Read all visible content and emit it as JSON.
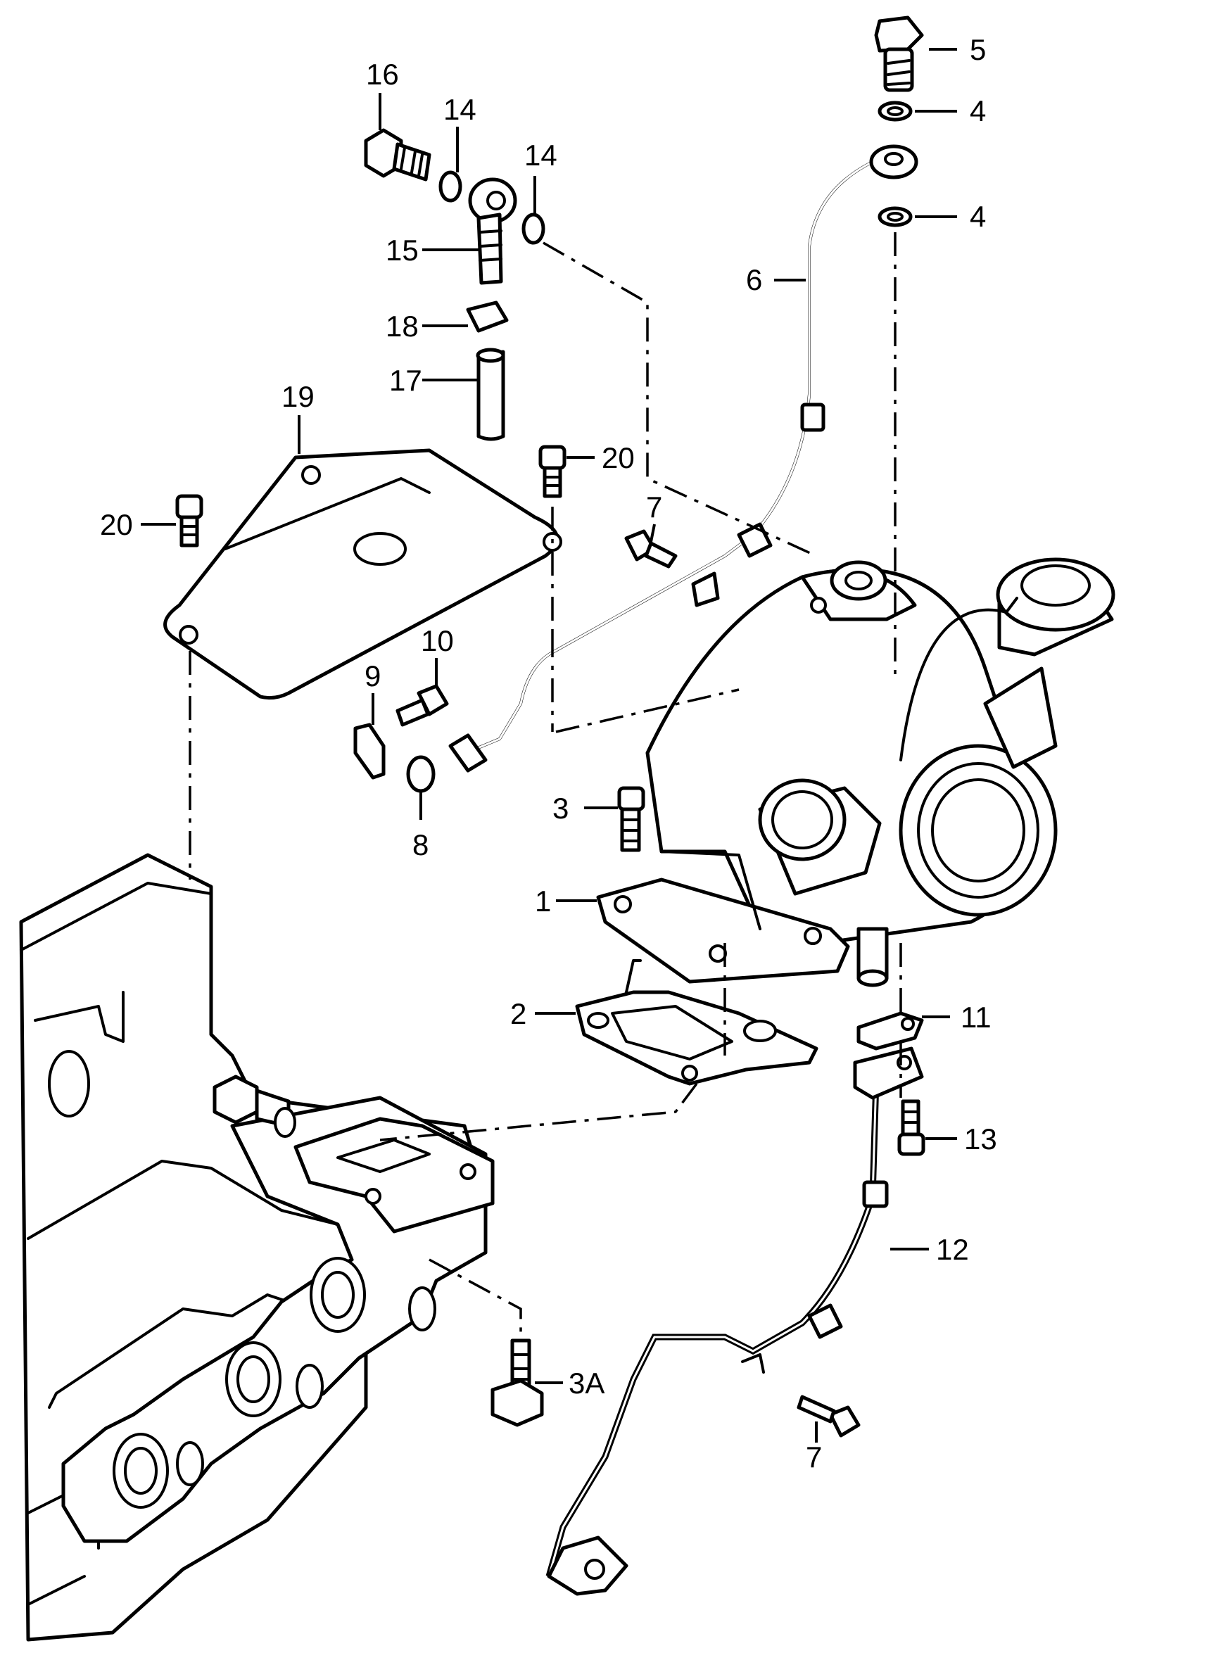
{
  "diagram": {
    "line_color": "#000000",
    "background": "#ffffff",
    "callouts": [
      {
        "id": "c1",
        "text": "1"
      },
      {
        "id": "c2",
        "text": "2"
      },
      {
        "id": "c3",
        "text": "3"
      },
      {
        "id": "c3a",
        "text": "3A"
      },
      {
        "id": "c4a",
        "text": "4"
      },
      {
        "id": "c4b",
        "text": "4"
      },
      {
        "id": "c5",
        "text": "5"
      },
      {
        "id": "c6",
        "text": "6"
      },
      {
        "id": "c7a",
        "text": "7"
      },
      {
        "id": "c7b",
        "text": "7"
      },
      {
        "id": "c8",
        "text": "8"
      },
      {
        "id": "c9",
        "text": "9"
      },
      {
        "id": "c10",
        "text": "10"
      },
      {
        "id": "c11",
        "text": "11"
      },
      {
        "id": "c12",
        "text": "12"
      },
      {
        "id": "c13",
        "text": "13"
      },
      {
        "id": "c14a",
        "text": "14"
      },
      {
        "id": "c14b",
        "text": "14"
      },
      {
        "id": "c15",
        "text": "15"
      },
      {
        "id": "c16",
        "text": "16"
      },
      {
        "id": "c17",
        "text": "17"
      },
      {
        "id": "c18",
        "text": "18"
      },
      {
        "id": "c19",
        "text": "19"
      },
      {
        "id": "c20a",
        "text": "20"
      },
      {
        "id": "c20b",
        "text": "20"
      }
    ]
  }
}
